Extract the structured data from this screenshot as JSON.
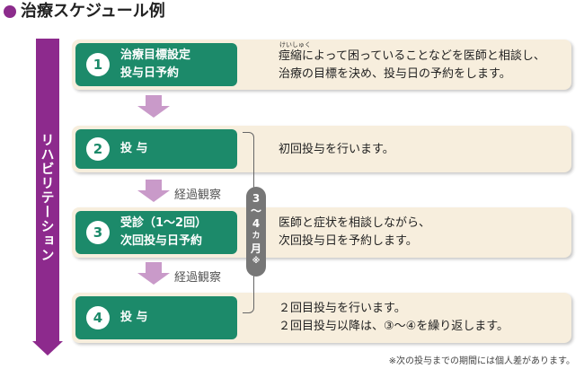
{
  "title": "治療スケジュール例",
  "rehab_label": "リハビリテーション",
  "steps": [
    {
      "num": "1",
      "title": "治療目標設定\n投与日予約",
      "desc": "痙縮によって困っていることなどを医師と相談し、\n治療の目標を決め、投与日の予約をします。",
      "ruby": "けいしゅく"
    },
    {
      "num": "2",
      "title": "投 与",
      "desc": "初回投与を行います。"
    },
    {
      "num": "3",
      "title": "受診（1～2回）\n次回投与日予約",
      "desc": "医師と症状を相談しながら、\n次回投与日を予約します。"
    },
    {
      "num": "4",
      "title": "投 与",
      "desc": "２回目投与を行います。\n２回目投与以降は、③～④を繰り返します。"
    }
  ],
  "observation_label": "経過観察",
  "period": {
    "top": "3",
    "tilde": "～",
    "mid": "4",
    "unit_small": "カ",
    "unit": "月",
    "mark": "※"
  },
  "footnote": "※次の投与までの期間には個人差があります。",
  "colors": {
    "step": "#1c8a6a",
    "rehab": "#8d2a8d",
    "row_bg": "#f7eedd",
    "arrow": "#c99ac9"
  }
}
